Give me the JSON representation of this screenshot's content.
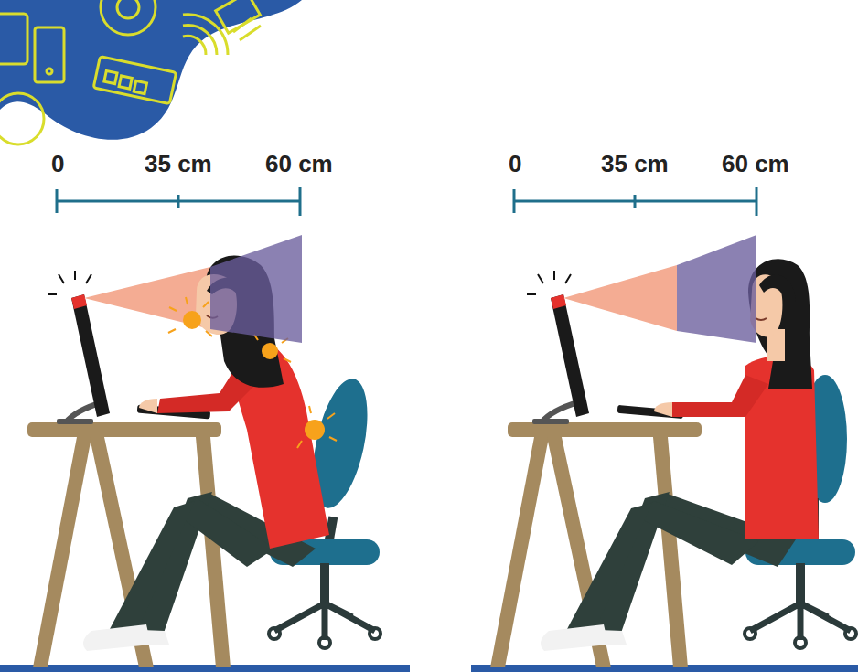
{
  "diagram": {
    "labels": [
      "0",
      "35 cm",
      "60 cm",
      "0",
      "35 cm",
      "60 cm"
    ]
  }
}
